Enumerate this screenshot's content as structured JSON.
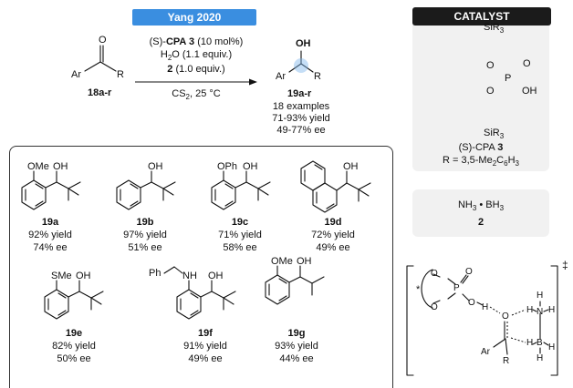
{
  "header": {
    "badge": "Yang 2020"
  },
  "reaction": {
    "reactant_label": "18a-r",
    "product_label": "19a-r",
    "reactant_ar": "Ar",
    "reactant_r": "R",
    "reactant_o": "O",
    "product_oh": "OH",
    "product_ar": "Ar",
    "product_r": "R",
    "cond_cat_prefix": "(S)-",
    "cond_cat_name": "CPA 3",
    "cond_cat_suffix": " (10 mol%)",
    "cond_water": "H",
    "cond_water_sub": "2",
    "cond_water_rest": "O (1.1 equiv.)",
    "cond_reductant_num": "2",
    "cond_reductant_rest": " (1.0 equiv.)",
    "cond_solvent_pre": "CS",
    "cond_solvent_sub": "2",
    "cond_solvent_rest": ", 25 °C",
    "summary": [
      "18 examples",
      "71-93% yield",
      "49-77% ee"
    ]
  },
  "catalyst": {
    "badge": "CATALYST",
    "name_prefix": "(S)-CPA ",
    "name_num": "3",
    "r_def_pre": "R = 3,5-Me",
    "r_def_sub1": "2",
    "r_def_mid": "C",
    "r_def_sub2": "6",
    "r_def_end": "H",
    "r_def_sub3": "3",
    "si_top": "SiR",
    "si_sub": "3",
    "si_bottom": "SiR",
    "o_top": "O",
    "o_bottom": "O",
    "p": "P",
    "o_double": "O",
    "oh": "OH"
  },
  "borane": {
    "formula_n": "NH",
    "formula_n_sub": "3",
    "formula_dot": " • ",
    "formula_b": "BH",
    "formula_b_sub": "3",
    "label": "2"
  },
  "ts": {
    "dagger": "‡",
    "star": "*",
    "atoms": {
      "o1": "O",
      "o2": "O",
      "o3": "O",
      "o4": "O",
      "p": "P",
      "h1": "H",
      "o_carbonyl": "O",
      "h_n1": "H",
      "n": "N",
      "h_n2": "H",
      "h_n3": "H",
      "b": "B",
      "h_b1": "H",
      "h_b2": "H",
      "h_b3": "H",
      "ar": "Ar",
      "r": "R"
    }
  },
  "examples": [
    {
      "label": "19a",
      "yield": "92% yield",
      "ee": "74% ee",
      "substituent": "OMe"
    },
    {
      "label": "19b",
      "yield": "97% yield",
      "ee": "51% ee",
      "substituent": ""
    },
    {
      "label": "19c",
      "yield": "71% yield",
      "ee": "58% ee",
      "substituent": "OPh"
    },
    {
      "label": "19d",
      "yield": "72% yield",
      "ee": "49% ee",
      "substituent": ""
    },
    {
      "label": "19e",
      "yield": "82% yield",
      "ee": "50% ee",
      "substituent": "SMe"
    },
    {
      "label": "19f",
      "yield": "91% yield",
      "ee": "49% ee",
      "substituent": "NH"
    },
    {
      "label": "19g",
      "yield": "93% yield",
      "ee": "44% ee",
      "substituent": "OMe"
    }
  ],
  "example_oh": "OH",
  "example_f_ph": "Ph"
}
